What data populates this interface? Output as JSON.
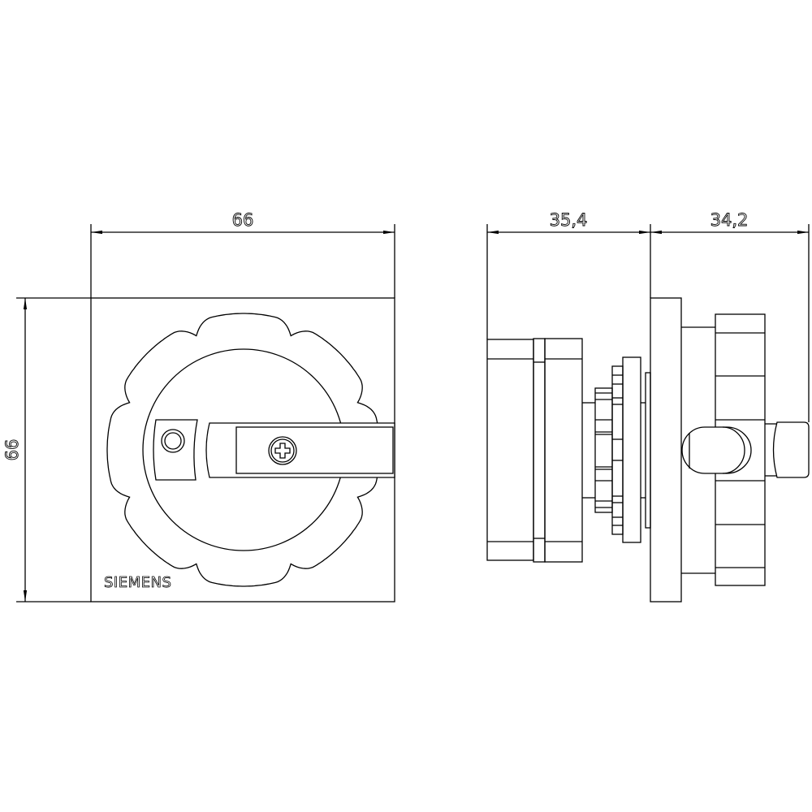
{
  "front_view": {
    "width_dimension": "66",
    "height_dimension": "66",
    "brand_logo": "SIEMENS"
  },
  "side_view": {
    "depth_behind_panel_dimension": "35,4",
    "depth_front_of_panel_dimension": "34,2"
  }
}
